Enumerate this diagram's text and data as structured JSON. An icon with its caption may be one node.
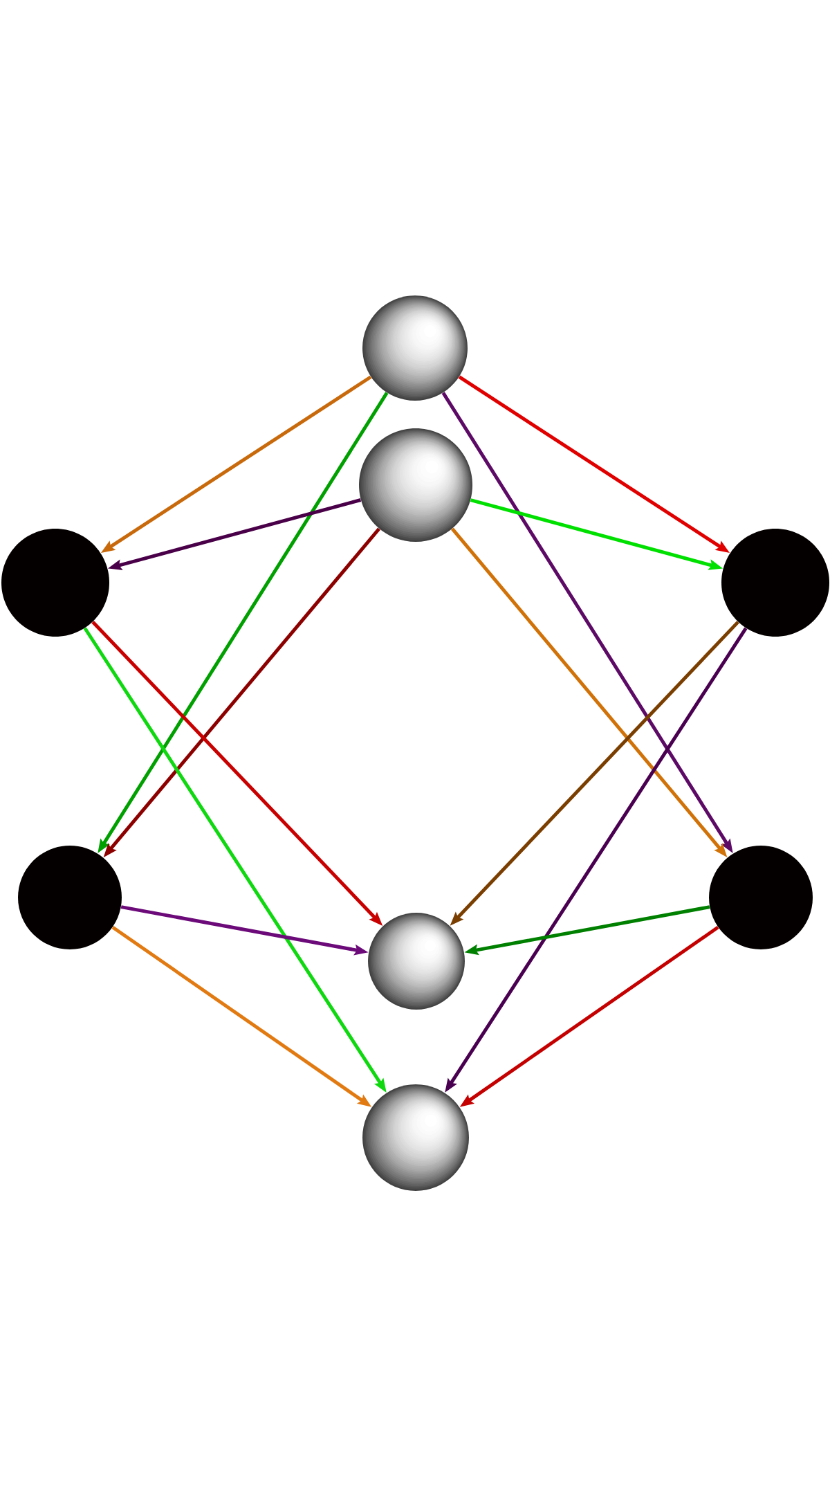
{
  "diagram": {
    "nodes": [
      {
        "text": [],
        "shape": "circle"
      },
      {
        "text": [],
        "shape": "circle"
      },
      {
        "text": [],
        "shape": "circle"
      },
      {
        "text": [],
        "shape": "circle"
      },
      {
        "text": [],
        "shape": "circle"
      },
      {
        "text": [],
        "shape": "circle"
      },
      {
        "text": [],
        "shape": "circle"
      },
      {
        "text": [],
        "shape": "circle"
      }
    ],
    "edges": [
      {
        "from": 0,
        "to": 2,
        "arrow": "to",
        "color": "#c86a0c"
      },
      {
        "from": 0,
        "to": 3,
        "arrow": "to",
        "color": "#e00000"
      },
      {
        "from": 0,
        "to": 4,
        "arrow": "to",
        "color": "#00a000"
      },
      {
        "from": 0,
        "to": 5,
        "arrow": "to",
        "color": "#5c0a66"
      },
      {
        "from": 1,
        "to": 2,
        "arrow": "to",
        "color": "#4a0048"
      },
      {
        "from": 1,
        "to": 3,
        "arrow": "to",
        "color": "#00e000"
      },
      {
        "from": 1,
        "to": 4,
        "arrow": "to",
        "color": "#8c0000"
      },
      {
        "from": 1,
        "to": 5,
        "arrow": "to",
        "color": "#d07208"
      },
      {
        "from": 2,
        "to": 6,
        "arrow": "to",
        "color": "#c80000"
      },
      {
        "from": 2,
        "to": 7,
        "arrow": "to",
        "color": "#10d810"
      },
      {
        "from": 3,
        "to": 6,
        "arrow": "to",
        "color": "#7a3e00"
      },
      {
        "from": 3,
        "to": 7,
        "arrow": "to",
        "color": "#4a0050"
      },
      {
        "from": 4,
        "to": 6,
        "arrow": "to",
        "color": "#6c0a7a"
      },
      {
        "from": 4,
        "to": 7,
        "arrow": "to",
        "color": "#e27a12"
      },
      {
        "from": 5,
        "to": 6,
        "arrow": "to",
        "color": "#008000"
      },
      {
        "from": 5,
        "to": 7,
        "arrow": "to",
        "color": "#c40000"
      }
    ]
  }
}
